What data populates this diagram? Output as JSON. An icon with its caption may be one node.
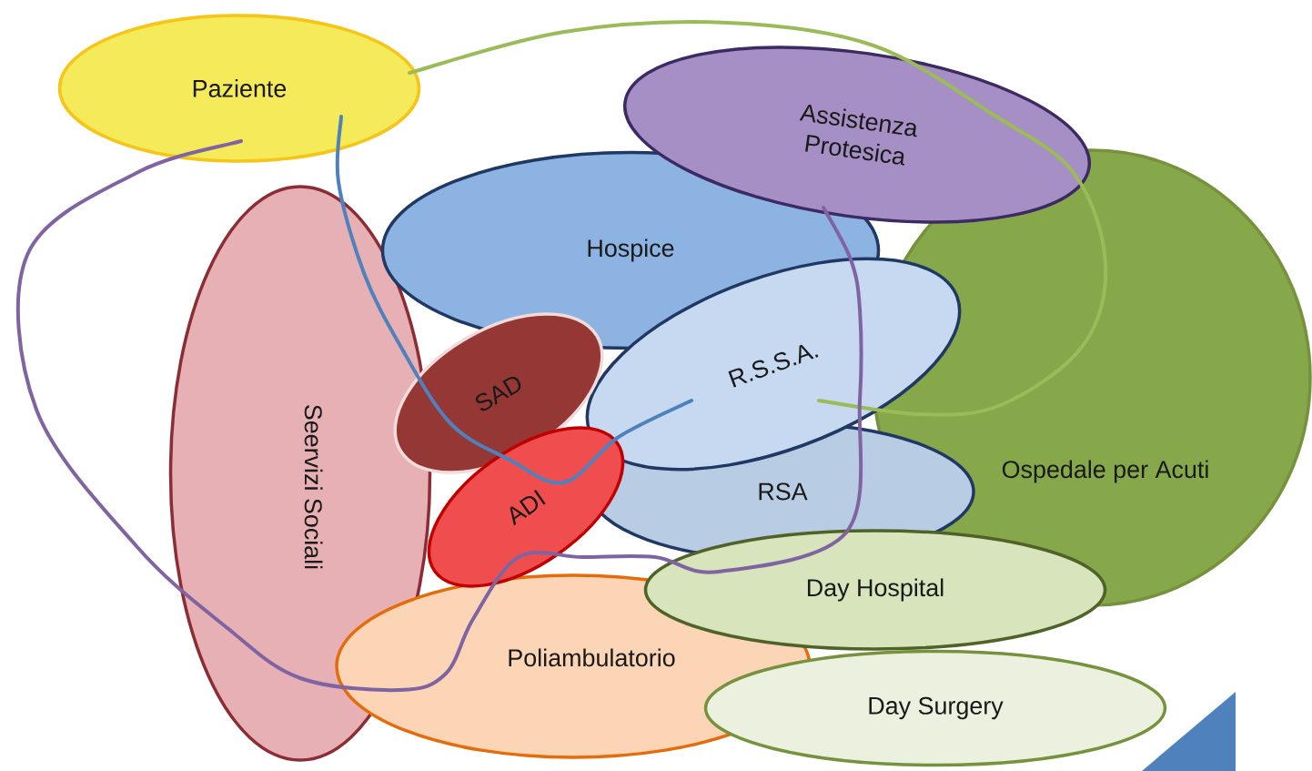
{
  "diagram": {
    "nodes": [
      {
        "text": [
          "Paziente"
        ]
      },
      {
        "text": [
          "Assistenza Protesica"
        ]
      },
      {
        "text": [
          "Hospice"
        ]
      },
      {
        "text": [
          "Seervizi Sociali"
        ]
      },
      {
        "text": [
          "R.S.S.A."
        ]
      },
      {
        "text": [
          "SAD"
        ]
      },
      {
        "text": [
          "Ospedale per Acuti"
        ]
      },
      {
        "text": [
          "RSA"
        ]
      },
      {
        "text": [
          "ADI"
        ]
      },
      {
        "text": [
          "Day Hospital"
        ]
      },
      {
        "text": [
          "Poliambulatorio"
        ]
      },
      {
        "text": [
          "Day Surgery"
        ]
      }
    ],
    "edges": [
      {
        "from": 0,
        "to": 1,
        "arrow": "none",
        "color": "#9bbb59"
      },
      {
        "from": 1,
        "to": 6,
        "arrow": "none",
        "color": "#9bbb59"
      },
      {
        "from": 6,
        "to": 4,
        "arrow": "none",
        "color": "#9bbb59"
      },
      {
        "from": 0,
        "to": 3,
        "arrow": "none",
        "color": "#4f81bd"
      },
      {
        "from": 3,
        "to": 5,
        "arrow": "none",
        "color": "#4f81bd"
      },
      {
        "from": 5,
        "to": 8,
        "arrow": "none",
        "color": "#4f81bd"
      },
      {
        "from": 8,
        "to": 4,
        "arrow": "none",
        "color": "#4f81bd"
      },
      {
        "from": 0,
        "to": 3,
        "arrow": "none",
        "color": "#8064a2"
      },
      {
        "from": 3,
        "to": 10,
        "arrow": "none",
        "color": "#8064a2"
      },
      {
        "from": 10,
        "to": 8,
        "arrow": "none",
        "color": "#8064a2"
      },
      {
        "from": 8,
        "to": 9,
        "arrow": "none",
        "color": "#8064a2"
      },
      {
        "from": 9,
        "to": 7,
        "arrow": "none",
        "color": "#8064a2"
      },
      {
        "from": 7,
        "to": 4,
        "arrow": "none",
        "color": "#8064a2"
      },
      {
        "from": 4,
        "to": 2,
        "arrow": "none",
        "color": "#8064a2"
      },
      {
        "from": 2,
        "to": 1,
        "arrow": "none",
        "color": "#8064a2"
      }
    ]
  }
}
